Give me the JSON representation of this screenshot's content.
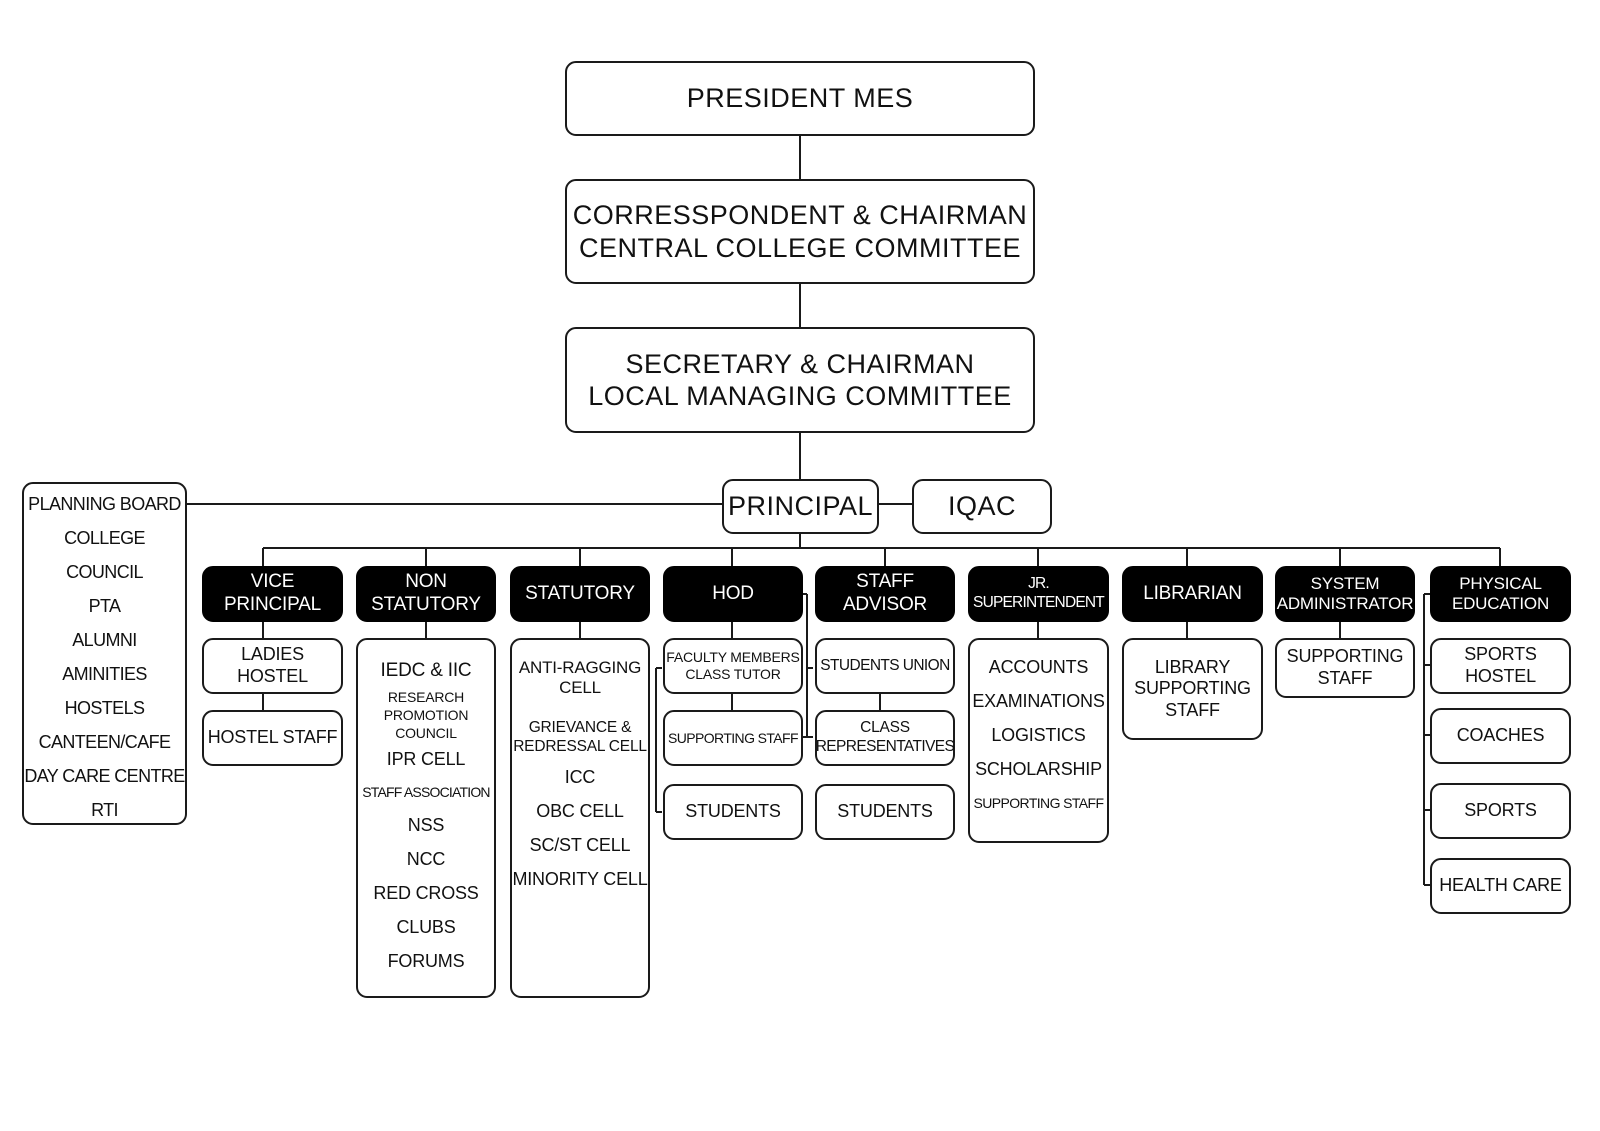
{
  "president": "PRESIDENT MES",
  "correspondent": {
    "line1": "CORRESSPONDENT & CHAIRMAN",
    "line2": "CENTRAL COLLEGE COMMITTEE"
  },
  "secretary": {
    "line1": "SECRETARY & CHAIRMAN",
    "line2": "LOCAL MANAGING COMMITTEE"
  },
  "principal": "PRINCIPAL",
  "iqac": "IQAC",
  "side_committees": [
    "PLANNING BOARD",
    "COLLEGE COUNCIL",
    "PTA",
    "ALUMNI",
    "AMINITIES",
    "HOSTELS",
    "CANTEEN/CAFE",
    "DAY CARE CENTRE",
    "RTI"
  ],
  "vice_principal": {
    "title": "VICE PRINCIPAL",
    "children": [
      "LADIES HOSTEL",
      "HOSTEL STAFF"
    ]
  },
  "non_statutory": {
    "title": "NON STATUTORY",
    "items": [
      "IEDC & IIC",
      "RESEARCH",
      "PROMOTION",
      "COUNCIL",
      "IPR CELL",
      "STAFF ASSOCIATION",
      "NSS",
      "NCC",
      "RED CROSS",
      "CLUBS",
      "FORUMS"
    ]
  },
  "statutory": {
    "title": "STATUTORY",
    "items": [
      "ANTI-RAGGING",
      "CELL",
      "GRIEVANCE &",
      "REDRESSAL CELL",
      "ICC",
      "OBC CELL",
      "SC/ST CELL",
      "MINORITY CELL"
    ]
  },
  "hod": {
    "title": "HOD",
    "faculty_line1": "FACULTY MEMBERS",
    "faculty_line2": "CLASS TUTOR",
    "supporting_staff": "SUPPORTING STAFF",
    "students": "STUDENTS"
  },
  "staff_advisor": {
    "title": "STAFF ADVISOR",
    "students_union": "STUDENTS UNION",
    "class_reps_line1": "CLASS",
    "class_reps_line2": "REPRESENTATIVES",
    "students": "STUDENTS"
  },
  "jr_superintendent": {
    "title": "JR. SUPERINTENDENT",
    "items": [
      "ACCOUNTS",
      "EXAMINATIONS",
      "LOGISTICS",
      "SCHOLARSHIP",
      "SUPPORTING STAFF"
    ]
  },
  "librarian": {
    "title": "LIBRARIAN",
    "items": [
      "LIBRARY",
      "SUPPORTING",
      "STAFF"
    ]
  },
  "system_admin": {
    "title_line1": "SYSTEM",
    "title_line2": "ADMINISTRATOR",
    "items": [
      "SUPPORTING",
      "STAFF"
    ]
  },
  "physical_education": {
    "title_line1": "PHYSICAL",
    "title_line2": "EDUCATION",
    "children": [
      "SPORTS HOSTEL",
      "COACHES",
      "SPORTS",
      "HEALTH CARE"
    ]
  },
  "colors": {
    "stroke": "#1a1a1a",
    "dark_fill": "#000000",
    "light_fill": "#ffffff"
  }
}
